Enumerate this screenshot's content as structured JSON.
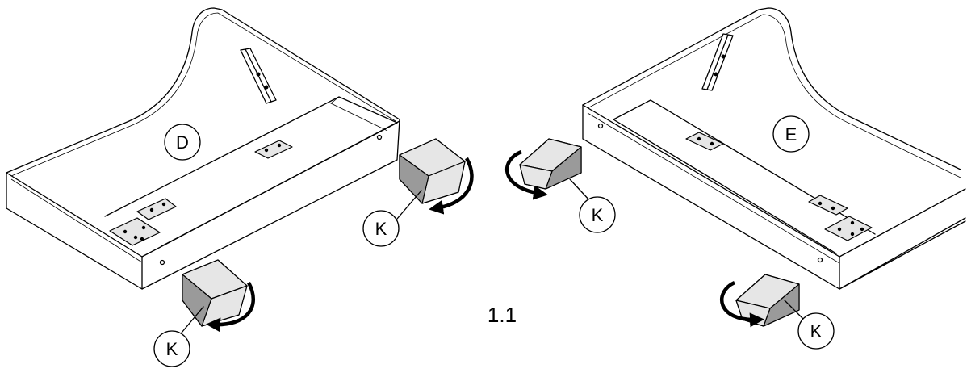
{
  "figure": {
    "number": "1.1",
    "panels": [
      {
        "callout": "D",
        "foot_label": "K"
      },
      {
        "callout": "E",
        "foot_label": "K"
      }
    ]
  },
  "colors": {
    "line": "#000000",
    "face_light": "#e6e6e6",
    "face_dark": "#9a9a9a"
  },
  "icons": [
    "rotate-arrow-icon",
    "bracket-icon",
    "mounting-plate-icon"
  ]
}
